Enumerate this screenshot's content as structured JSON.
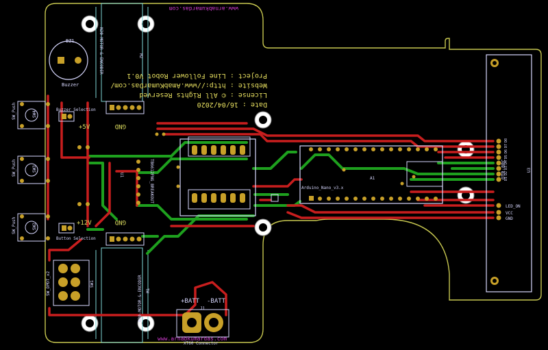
{
  "project_notes": {
    "project": "Project : Line Follower Robot V0.1",
    "website": "Website : http://www.AmabKumarDas.com/",
    "license": "License : © All Rights Reserved",
    "date": "Date : 16/04/2020"
  },
  "top_url": "www.arnabkumardas.com",
  "bottom_url": "www.arnabkumardas.com",
  "components": {
    "buzzer_ref": "BZ1",
    "buzzer_label": "Buzzer",
    "buzzer_selection": "Buzzer Selection",
    "button_selection": "Button Selection",
    "sw_push_1": "SW_Push",
    "sw_push_2": "SW_Push",
    "sw_push_3": "SW_Push",
    "sw4": "SW4",
    "sw3": "SW3",
    "sw2": "SW2",
    "sw_dpdt": "SW_DPDT_x2",
    "sw1": "SW1",
    "encoder_top": "N20-MOTOR-&-ENCODER",
    "encoder_bottom": "N20-MOTOR-&-ENCODER",
    "m2": "M2",
    "m1": "M1",
    "u1": "U1",
    "tb6612": "TB6612FNG_BREAKOUT",
    "arduino": "Arduino_Nano_v3.x",
    "a1": "A1",
    "qtr": "QTR-8RC",
    "u3": "U3",
    "j1": "J1",
    "xt60": "XT60 Connector",
    "batt_plus": "+BATT",
    "batt_minus": "-BATT"
  },
  "net_labels": {
    "plus5v": "+5V",
    "gnd_top": "GND",
    "plus12v": "+12V",
    "gnd_bottom": "GND"
  },
  "qtr_pins": [
    "D8",
    "D7",
    "D6",
    "D5",
    "D4",
    "D3",
    "D2",
    "D1",
    "LED_ON",
    "VCC",
    "GND"
  ],
  "colors": {
    "background": "#000000",
    "edge_cuts": "#c8c850",
    "front_copper": "#c81e1e",
    "back_copper": "#1ea01e",
    "pad": "#c8a028",
    "silkscreen": "#d8d8ff",
    "fab": "#d13cd1",
    "courtyard": "#7fd8d8"
  }
}
